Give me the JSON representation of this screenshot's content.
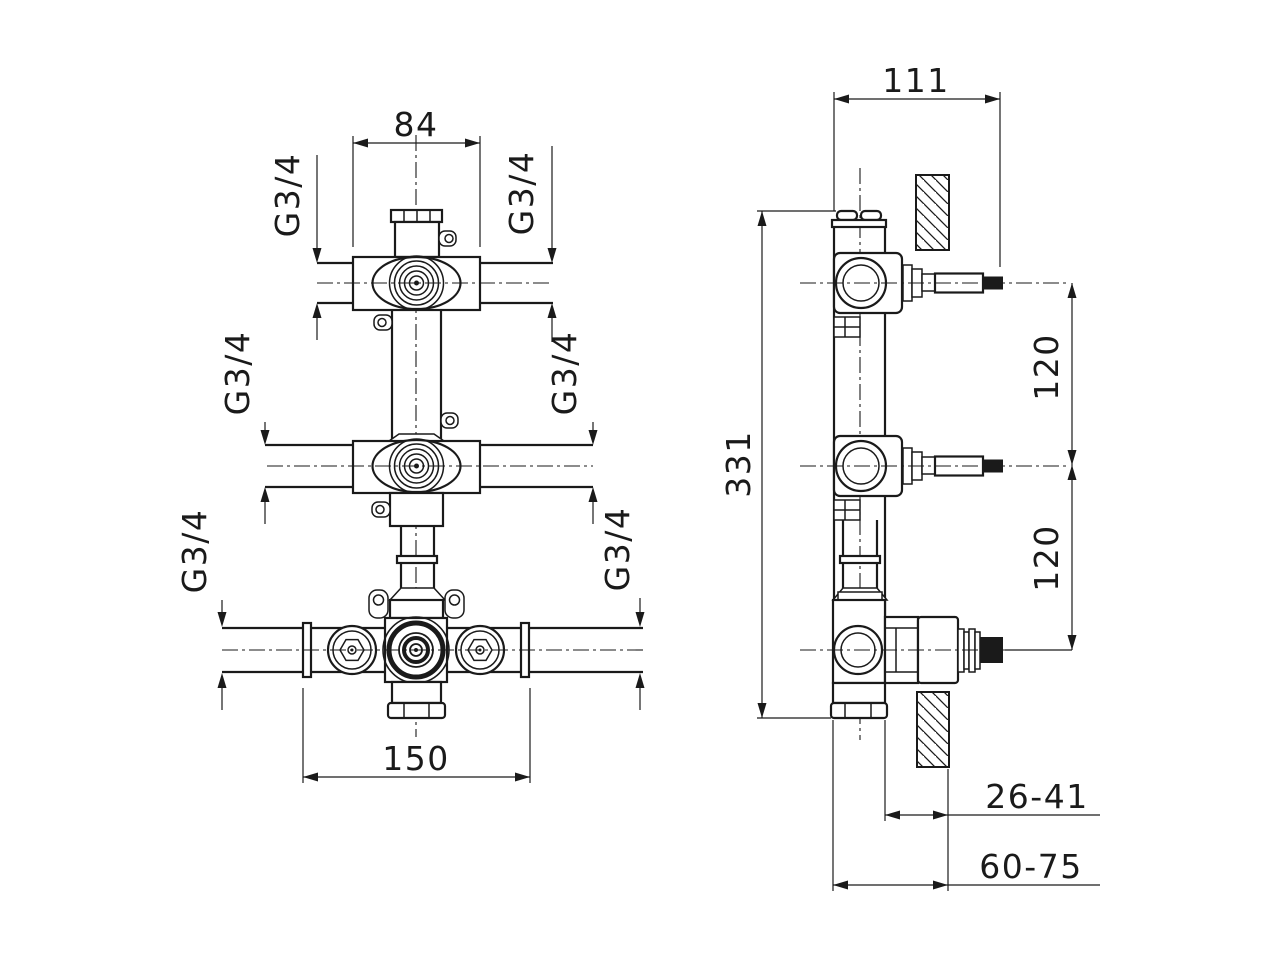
{
  "drawing": {
    "kind": "concealed-thermostatic-valve-installation-drawing",
    "colors": {
      "line": "#1a1a1a",
      "background": "#ffffff"
    },
    "front": {
      "dim_width": "84",
      "dim_centers": "150",
      "threads": [
        "G3/4",
        "G3/4",
        "G3/4",
        "G3/4",
        "G3/4",
        "G3/4"
      ]
    },
    "side": {
      "dim_width": "111",
      "dim_height": "331",
      "dim_spacing_top": "120",
      "dim_spacing_bottom": "120",
      "dim_depth_inner": "26-41",
      "dim_depth_outer": "60-75"
    }
  }
}
